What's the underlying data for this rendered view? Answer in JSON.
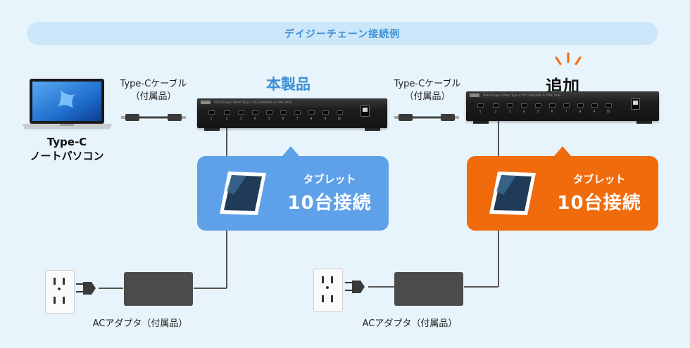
{
  "title": "デイジーチェーン接続例",
  "laptop": {
    "line1": "Type-C",
    "line2": "ノートパソコン"
  },
  "cable_left": {
    "line1": "Type-Cケーブル",
    "line2": "（付属品）"
  },
  "cable_right": {
    "line1": "Type-Cケーブル",
    "line2": "（付属品）"
  },
  "product_main": "本製品",
  "product_added": "追加",
  "hub_text": "USB 10Gbps 10Port Type-C PD CHARGING & SYNC HUB",
  "hub_port_numbers": [
    "1",
    "2",
    "3",
    "4",
    "5",
    "6",
    "7",
    "8",
    "9",
    "10"
  ],
  "panel_left": {
    "line1": "タブレット",
    "line2": "10台接続",
    "color": "#5ea1e8"
  },
  "panel_right": {
    "line1": "タブレット",
    "line2": "10台接続",
    "color": "#ef6b0c"
  },
  "adapter_left": "ACアダプタ（付属品）",
  "adapter_right": "ACアダプタ（付属品）",
  "colors": {
    "accent_blue": "#3a8fd6",
    "title_bg": "#cce7f9",
    "background": "#e8f4fb",
    "highlight_orange": "#ef6b0c"
  }
}
